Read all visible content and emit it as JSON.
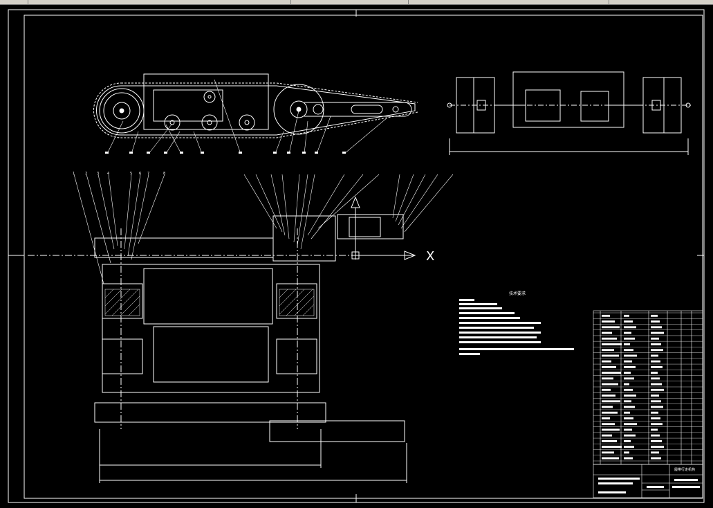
{
  "toolbar": {
    "visible": true
  },
  "drawing": {
    "background": "#000000",
    "line_color": "#ffffff",
    "axis_symbol": "X",
    "side_view_callouts": [
      "",
      "",
      "",
      "",
      "",
      "",
      "",
      "",
      "",
      "",
      "",
      ""
    ],
    "front_view_callouts_left": [
      "1",
      "2",
      "3",
      "4",
      "5",
      "6",
      "7",
      "8"
    ],
    "front_view_callouts_mid": [
      "",
      "",
      "",
      "",
      "",
      "",
      "",
      "",
      "",
      "",
      ""
    ],
    "front_view_callouts_right": [
      "",
      "",
      "",
      "",
      "",
      ""
    ],
    "technical_notes_title": "技术要求",
    "technical_notes_line_count": 11,
    "title_block": {
      "drawing_name": "履带行走机构",
      "drawing_no": "",
      "parts_rows": 26
    }
  }
}
